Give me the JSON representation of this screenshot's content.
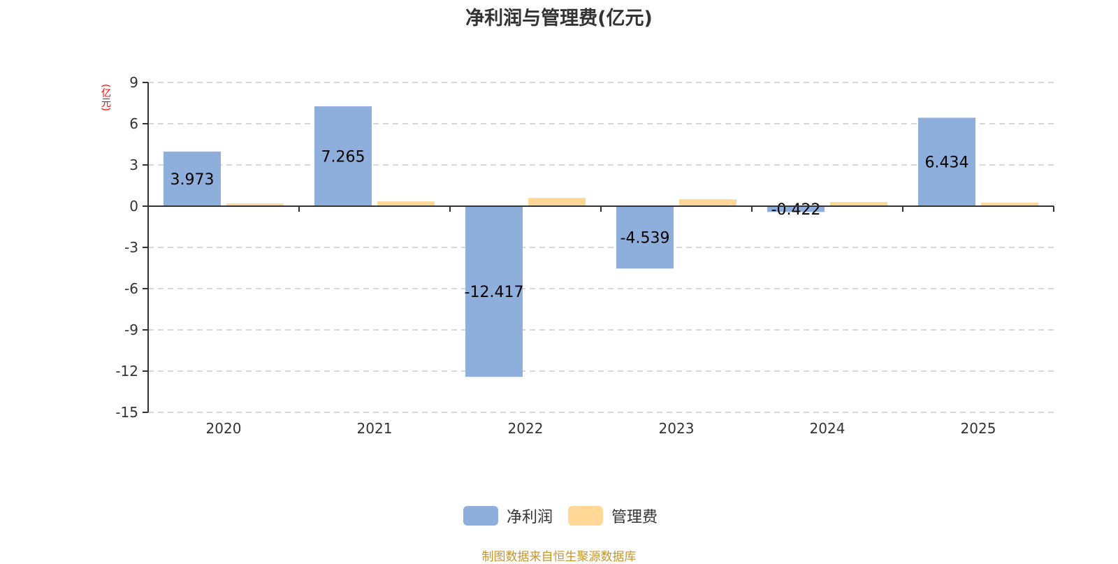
{
  "chart_data": {
    "type": "bar",
    "title": "净利润与管理费(亿元)",
    "ylabel": "(亿元)",
    "xlabel": "",
    "categories": [
      "2020",
      "2021",
      "2022",
      "2023",
      "2024",
      "2025"
    ],
    "series": [
      {
        "name": "净利润",
        "color": "#8eaedb",
        "values": [
          3.973,
          7.265,
          -12.417,
          -4.539,
          -0.422,
          6.434
        ],
        "labels": [
          "3.973",
          "7.265",
          "-12.417",
          "-4.539",
          "-0.422",
          "6.434"
        ]
      },
      {
        "name": "管理费",
        "color": "#ffd797",
        "values": [
          0.2,
          0.35,
          0.6,
          0.5,
          0.3,
          0.25
        ]
      }
    ],
    "ylim": [
      -15,
      9
    ],
    "yticks": [
      9,
      6,
      3,
      0,
      -3,
      -6,
      -9,
      -12,
      -15
    ],
    "ytick_labels": [
      "9",
      "6",
      "3",
      "0",
      "-3",
      "-6",
      "-9",
      "-12",
      "-15"
    ],
    "grid": true,
    "legend_position": "bottom"
  },
  "legend": [
    {
      "label": "净利润",
      "color": "#8eaedb"
    },
    {
      "label": "管理费",
      "color": "#ffd797"
    }
  ],
  "source": "制图数据来自恒生聚源数据库"
}
